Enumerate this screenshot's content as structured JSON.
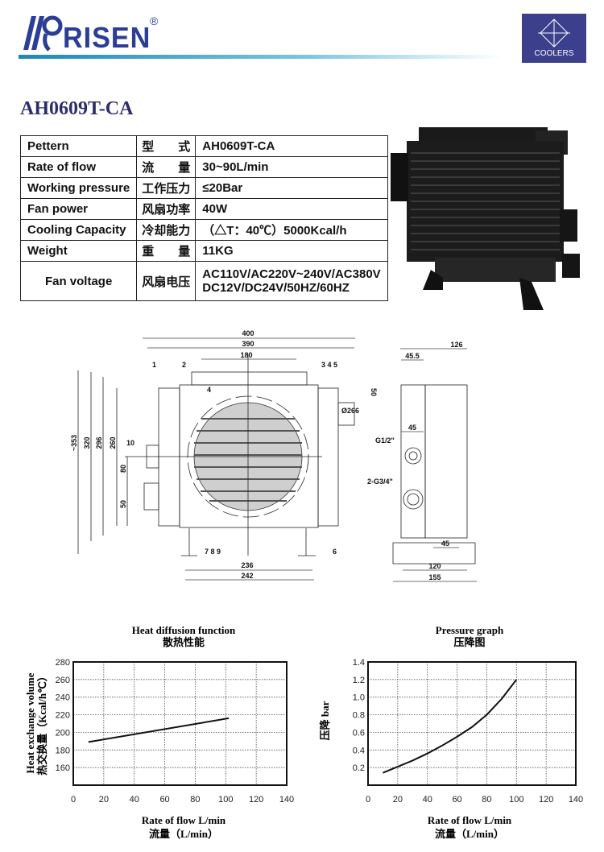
{
  "header": {
    "brand": "RISEN",
    "registered": "®",
    "badge_label": "COOLERS",
    "accent": "#2b3d94"
  },
  "model": "AH0609T-CA",
  "spec_table": [
    {
      "en": "Pettern",
      "cn": "型　式",
      "value": "AH0609T-CA"
    },
    {
      "en": "Rate of flow",
      "cn": "流　量",
      "value": "30~90L/min"
    },
    {
      "en": "Working pressure",
      "cn": "工作压力",
      "value": "≤20Bar"
    },
    {
      "en": "Fan power",
      "cn": "风扇功率",
      "value": "40W"
    },
    {
      "en": "Cooling Capacity",
      "cn": "冷却能力",
      "value": "（△T：40℃）5000Kcal/h"
    },
    {
      "en": "Weight",
      "cn": "重　量",
      "value": "11KG"
    },
    {
      "en": "Fan voltage",
      "cn": "风扇电压",
      "value": "AC110V/AC220V~240V/AC380V",
      "value2": "DC12V/DC24V/50HZ/60HZ"
    }
  ],
  "drawing": {
    "front": {
      "d400": "400",
      "d390": "390",
      "d180": "180",
      "d236": "236",
      "d242": "242",
      "d353": "~353",
      "d320": "320",
      "d296": "296",
      "d260": "260",
      "d80": "80",
      "d50a": "50",
      "d50b": "50",
      "dia": "Ø266",
      "p1": "1",
      "p2": "2",
      "p345": "3 4 5",
      "p4": "4",
      "p789": "7 8 9",
      "p6": "6",
      "p10": "10"
    },
    "side": {
      "d126": "126",
      "d455": "45.5",
      "d45a": "45",
      "d45b": "45",
      "d120": "120",
      "d155": "155",
      "g12": "G1/2\"",
      "g34": "2-G3/4\""
    }
  },
  "chart_data": [
    {
      "type": "line",
      "title": "Heat diffusion function",
      "subtitle": "散热性能",
      "xlabel": "Rate of flow L/min",
      "xlabel_cn": "流量（L/min）",
      "ylabel": "Heat exchange volume",
      "ylabel_cn": "热交换量（Kcal/h℃）",
      "xlim": [
        0,
        140
      ],
      "ylim": [
        140,
        280
      ],
      "xticks": [
        0,
        20,
        40,
        60,
        80,
        100,
        120,
        140
      ],
      "yticks": [
        160,
        180,
        200,
        220,
        240,
        260,
        280
      ],
      "grid": true,
      "series": [
        {
          "name": "heat",
          "x": [
            10,
            102
          ],
          "y": [
            189,
            216
          ]
        }
      ]
    },
    {
      "type": "line",
      "title": "Pressure graph",
      "subtitle": "压降图",
      "xlabel": "Rate of flow L/min",
      "xlabel_cn": "流量（L/min）",
      "ylabel": "压降 bar",
      "xlim": [
        0,
        140
      ],
      "ylim": [
        0,
        1.4
      ],
      "xticks": [
        0,
        20,
        40,
        60,
        80,
        100,
        120,
        140
      ],
      "yticks": [
        0.2,
        0.4,
        0.6,
        0.8,
        1.0,
        1.2,
        1.4
      ],
      "grid": true,
      "series": [
        {
          "name": "pressure",
          "x": [
            10,
            20,
            30,
            40,
            50,
            60,
            70,
            80,
            90,
            100
          ],
          "y": [
            0.14,
            0.21,
            0.28,
            0.36,
            0.45,
            0.55,
            0.66,
            0.8,
            0.98,
            1.2
          ]
        }
      ]
    }
  ]
}
